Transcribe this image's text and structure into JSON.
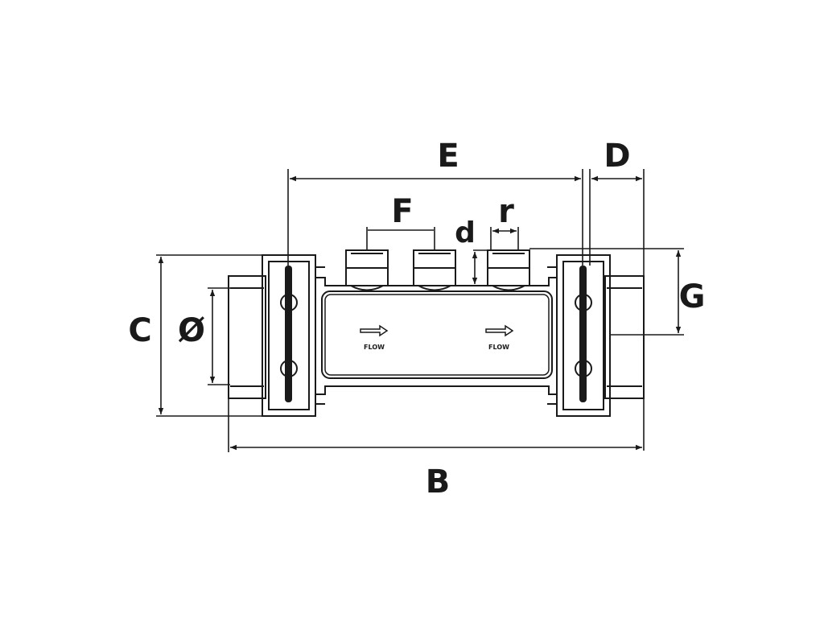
{
  "colors": {
    "line": "#1a1a1a",
    "background": "#ffffff"
  },
  "dimensions": {
    "E": "E",
    "D": "D",
    "F": "F",
    "d": "d",
    "r": "r",
    "G": "G",
    "C": "C",
    "phi": "Ø",
    "B": "B"
  },
  "flow_labels": [
    "FLOW",
    "FLOW"
  ]
}
